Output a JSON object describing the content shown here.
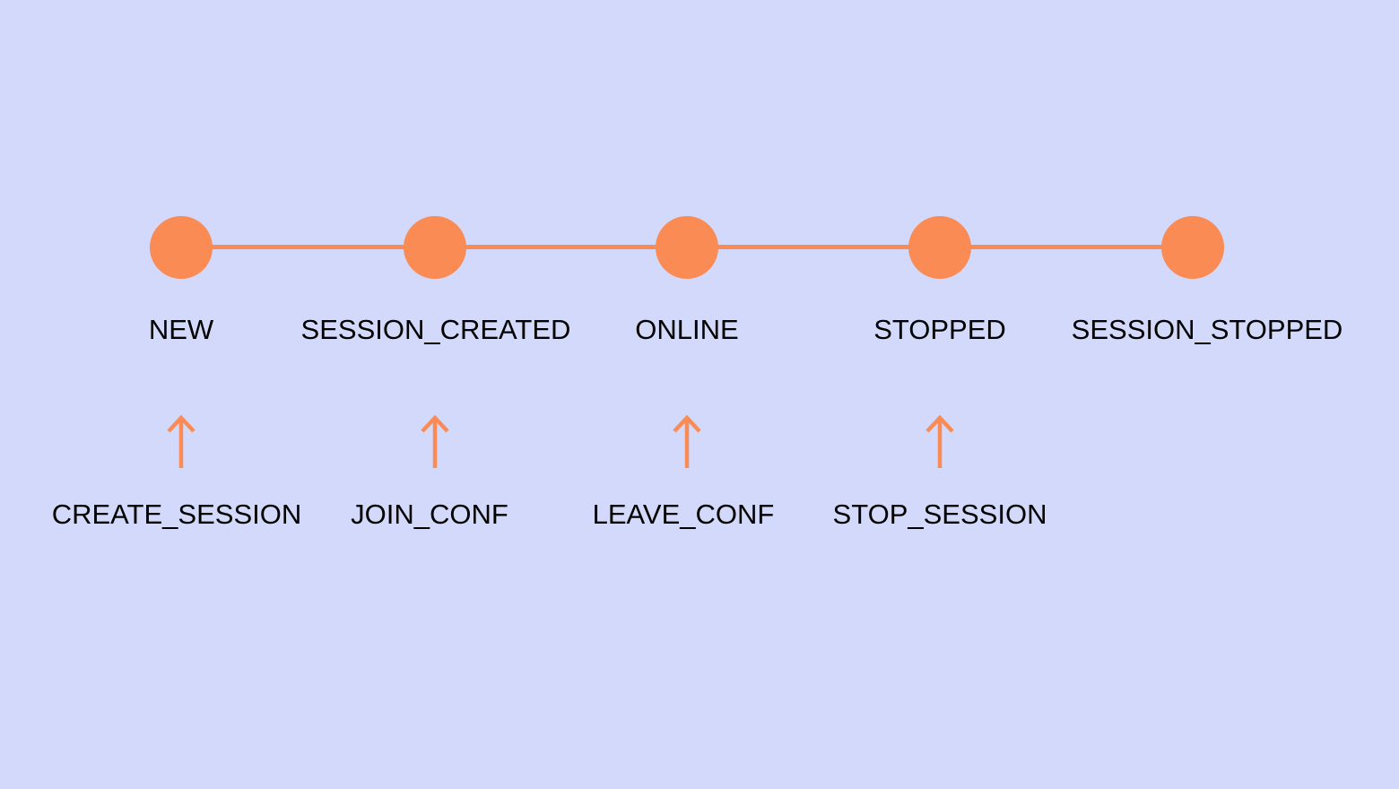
{
  "colors": {
    "background": "#D3D9FB",
    "accent": "#FA8B55",
    "text": "#000000"
  },
  "diagram": {
    "type": "state-timeline",
    "states": [
      {
        "label": "NEW"
      },
      {
        "label": "SESSION_CREATED"
      },
      {
        "label": "ONLINE"
      },
      {
        "label": "STOPPED"
      },
      {
        "label": "SESSION_STOPPED"
      }
    ],
    "transitions": [
      {
        "label": "CREATE_SESSION",
        "icon": "up-arrow-icon"
      },
      {
        "label": "JOIN_CONF",
        "icon": "up-arrow-icon"
      },
      {
        "label": "LEAVE_CONF",
        "icon": "up-arrow-icon"
      },
      {
        "label": "STOP_SESSION",
        "icon": "up-arrow-icon"
      }
    ]
  }
}
